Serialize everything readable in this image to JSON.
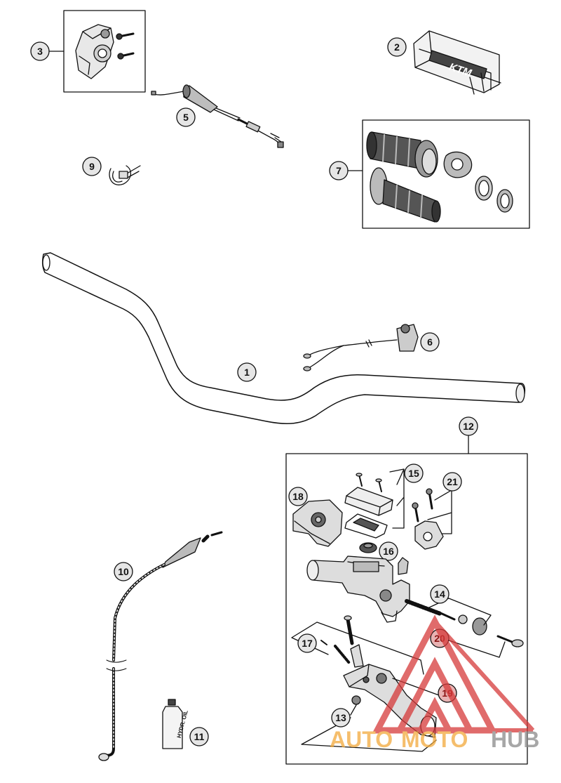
{
  "callouts": {
    "c1": "1",
    "c2": "2",
    "c3": "3",
    "c5": "5",
    "c6": "6",
    "c7": "7",
    "c9": "9",
    "c10": "10",
    "c11": "11",
    "c12": "12",
    "c13": "13",
    "c14": "14",
    "c15": "15",
    "c16": "16",
    "c17": "17",
    "c18": "18",
    "c19": "19",
    "c20": "20",
    "c21": "21"
  },
  "labels": {
    "pad_logo": "KTM",
    "oil_bottle": "HYDR. OIL"
  },
  "watermark": {
    "part1": "AUTO",
    "part2": "MOTO",
    "part3": "HUB",
    "color_orange": "#f2a93b",
    "color_gray": "#8a8a8a",
    "color_red": "#d63a3a"
  }
}
